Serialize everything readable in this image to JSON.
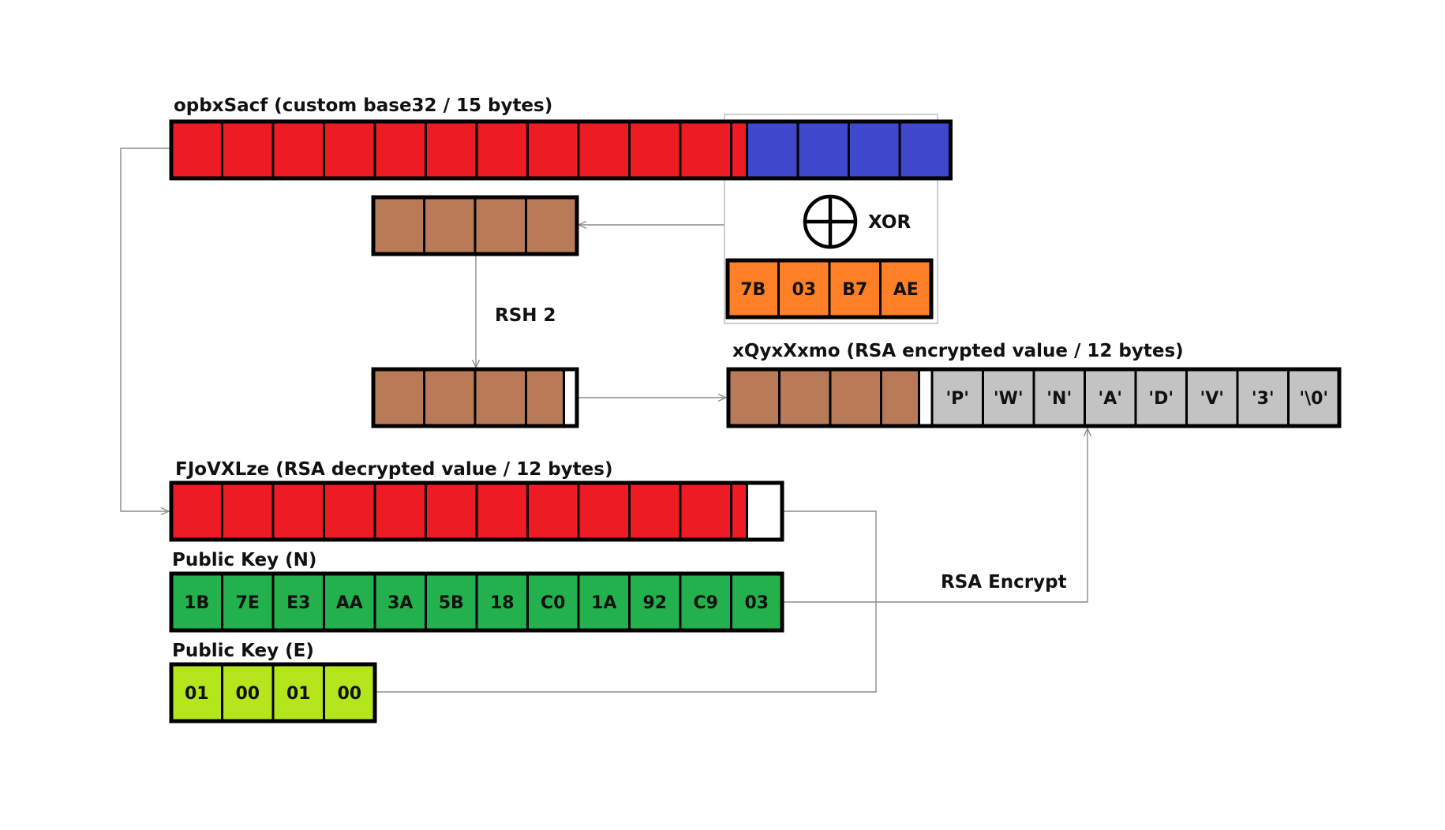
{
  "labels": {
    "opbx": "opbxSacf (custom base32 / 15 bytes)",
    "xqyx": "xQyxXxmo (RSA encrypted value / 12 bytes)",
    "fjov": "FJoVXLze (RSA decrypted value / 12 bytes)",
    "pubN": "Public Key (N)",
    "pubE": "Public Key (E)"
  },
  "ops": {
    "xor": "XOR",
    "rsh": "RSH 2",
    "rsa": "RSA Encrypt"
  },
  "xor_key": [
    "7B",
    "03",
    "B7",
    "AE"
  ],
  "pub_n": [
    "1B",
    "7E",
    "E3",
    "AA",
    "3A",
    "5B",
    "18",
    "C0",
    "1A",
    "92",
    "C9",
    "03"
  ],
  "pub_e": [
    "01",
    "00",
    "01",
    "00"
  ],
  "xqyx_chars": [
    "'P'",
    "'W'",
    "'N'",
    "'A'",
    "'D'",
    "'V'",
    "'3'",
    "'\\0'"
  ],
  "colors": {
    "red": "#ed1c24",
    "blue": "#3f48cc",
    "brown": "#b97a57",
    "orange": "#ff7f27",
    "green": "#22b14c",
    "lime": "#b5e61d",
    "gray": "#c3c3c3",
    "outline": "#000000",
    "connector": "#8c8c8c"
  }
}
